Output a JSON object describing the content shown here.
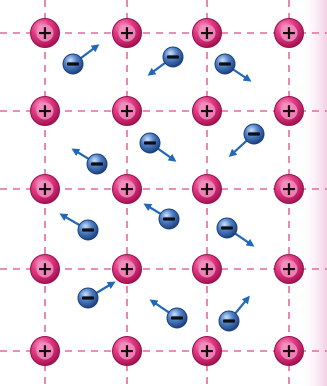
{
  "diagram": {
    "ion_symbol": "+",
    "electron_symbol": "−",
    "grid_rows": 5,
    "grid_cols": 4,
    "colors": {
      "ion_core": "#d81b6e",
      "ion_highlight": "#f27fb1",
      "ion_rim": "#9a0f4c",
      "ion_face": "#ee8fbe",
      "electron_core": "#2f62ae",
      "electron_highlight": "#b8d0f0",
      "electron_rim": "#1b3f7c",
      "arrow": "#2168b8",
      "grid_line": "#e46a9c",
      "background": "#ffffff",
      "right_band": "#f5dcec"
    },
    "electrons": [
      {
        "id": "e1",
        "direction": "up-right"
      },
      {
        "id": "e2",
        "direction": "down-left"
      },
      {
        "id": "e3",
        "direction": "down-right"
      },
      {
        "id": "e4",
        "direction": "up-left"
      },
      {
        "id": "e5",
        "direction": "down-right"
      },
      {
        "id": "e6",
        "direction": "down-left"
      },
      {
        "id": "e7",
        "direction": "up-left"
      },
      {
        "id": "e8",
        "direction": "up-left"
      },
      {
        "id": "e9",
        "direction": "down-right"
      },
      {
        "id": "e10",
        "direction": "up-right"
      },
      {
        "id": "e11",
        "direction": "up-left"
      },
      {
        "id": "e12",
        "direction": "up-right"
      }
    ]
  }
}
